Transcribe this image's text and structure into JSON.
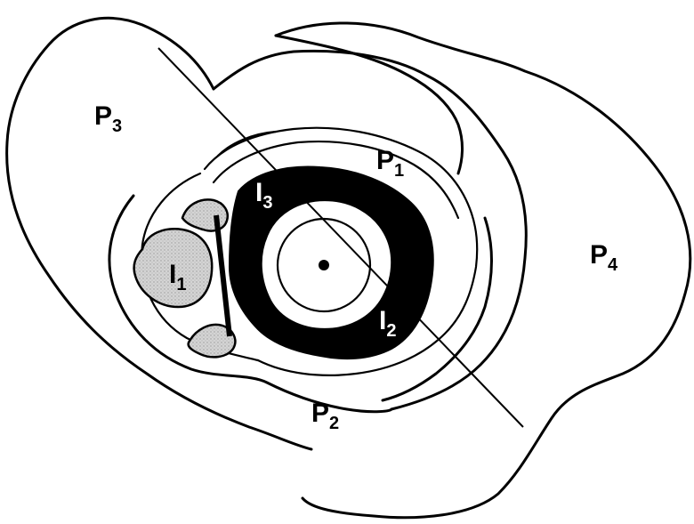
{
  "labels": {
    "p1": {
      "main": "P",
      "sub": "1"
    },
    "p2": {
      "main": "P",
      "sub": "2"
    },
    "p3": {
      "main": "P",
      "sub": "3"
    },
    "p4": {
      "main": "P",
      "sub": "4"
    },
    "i1": {
      "main": "I",
      "sub": "1"
    },
    "i2": {
      "main": "I",
      "sub": "2"
    },
    "i3": {
      "main": "I",
      "sub": "3"
    }
  },
  "colors": {
    "line": "#000000",
    "inner_whorl": "#000000",
    "stippled_organ": "#cfcfcf",
    "background": "#ffffff"
  }
}
